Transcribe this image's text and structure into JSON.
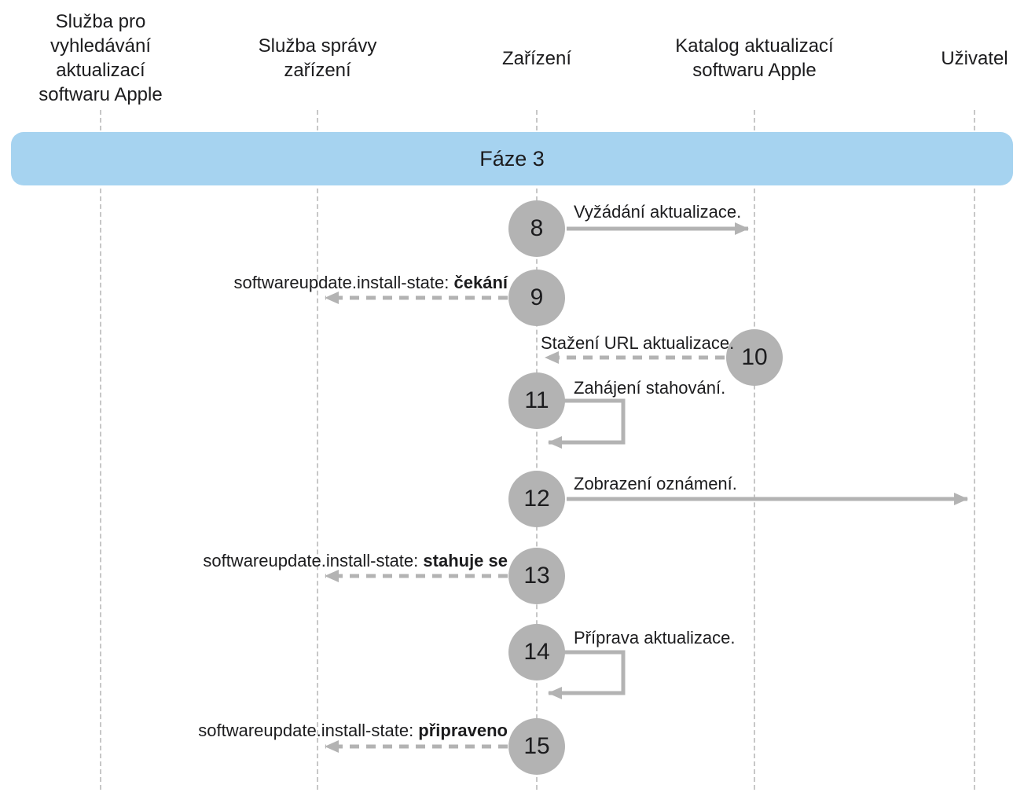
{
  "phase": "Fáze 3",
  "columns": [
    {
      "label": "Služba pro vyhledávání aktualizací softwaru Apple"
    },
    {
      "label": "Služba správy zařízení"
    },
    {
      "label": "Zařízení"
    },
    {
      "label": "Katalog aktualizací softwaru Apple"
    },
    {
      "label": "Uživatel"
    }
  ],
  "steps": [
    {
      "number": "8",
      "label": "Vyžádání aktualizace.",
      "from": "Zařízení",
      "to": "Katalog aktualizací softwaru Apple",
      "style": "solid"
    },
    {
      "number": "9",
      "label_prefix": "softwareupdate.install-state: ",
      "label_bold": "čekání",
      "from": "Zařízení",
      "to": "Služba správy zařízení",
      "style": "dashed"
    },
    {
      "number": "10",
      "label": "Stažení URL aktualizace.",
      "from": "Katalog aktualizací softwaru Apple",
      "to": "Zařízení",
      "style": "dashed"
    },
    {
      "number": "11",
      "label": "Zahájení stahování.",
      "from": "Zařízení",
      "to": "Zařízení",
      "style": "self"
    },
    {
      "number": "12",
      "label": "Zobrazení oznámení.",
      "from": "Zařízení",
      "to": "Uživatel",
      "style": "solid"
    },
    {
      "number": "13",
      "label_prefix": "softwareupdate.install-state: ",
      "label_bold": "stahuje se",
      "from": "Zařízení",
      "to": "Služba správy zařízení",
      "style": "dashed"
    },
    {
      "number": "14",
      "label": "Příprava aktualizace.",
      "from": "Zařízení",
      "to": "Zařízení",
      "style": "self"
    },
    {
      "number": "15",
      "label_prefix": "softwareupdate.install-state: ",
      "label_bold": "připraveno",
      "from": "Zařízení",
      "to": "Služba správy zařízení",
      "style": "dashed"
    }
  ],
  "colors": {
    "banner": "#a6d3f0",
    "circle": "#b3b3b3",
    "arrow": "#b3b3b3",
    "lifeline": "#c7c7c7",
    "text": "#1c1c1e"
  }
}
